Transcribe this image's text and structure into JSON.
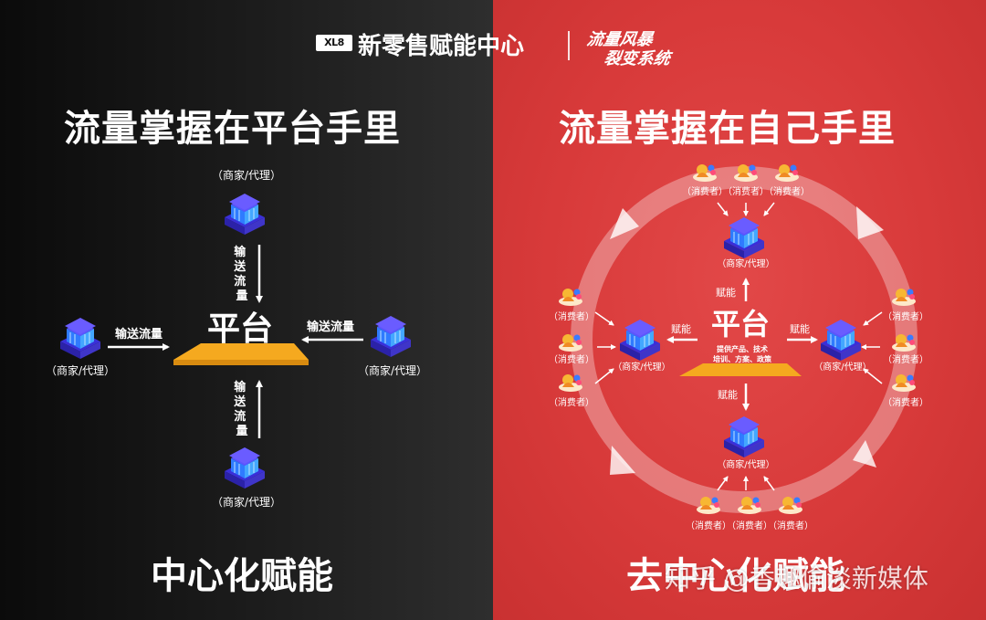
{
  "header": {
    "brand_mark": "XL8",
    "brand_title": "新零售赋能中心",
    "slogan_line1": "流量风暴",
    "slogan_line2": "裂变系统"
  },
  "left_panel": {
    "heading": "流量掌握在平台手里",
    "platform_label": "平台",
    "node_label": "（商家/代理）",
    "arrow_label_horizontal": "输送流量",
    "arrow_label_vertical": "输送流量",
    "footer": "中心化赋能"
  },
  "right_panel": {
    "heading": "流量掌握在自己手里",
    "platform_label": "平台",
    "platform_sub_line1": "提供产品、技术",
    "platform_sub_line2": "培训、方案、政策",
    "node_label": "（商家/代理）",
    "consumer_label": "（消费者）",
    "empower_label": "赋能",
    "footer": "去中心化赋能"
  },
  "watermark": "知乎 @香趣偷淡新媒体",
  "colors": {
    "platform_gold": "#f5a91f",
    "node_blue": "#4a4cf0",
    "node_cyan": "#43a7ff",
    "right_bg": "#d83a3a",
    "left_bg": "#1a1a1a"
  }
}
